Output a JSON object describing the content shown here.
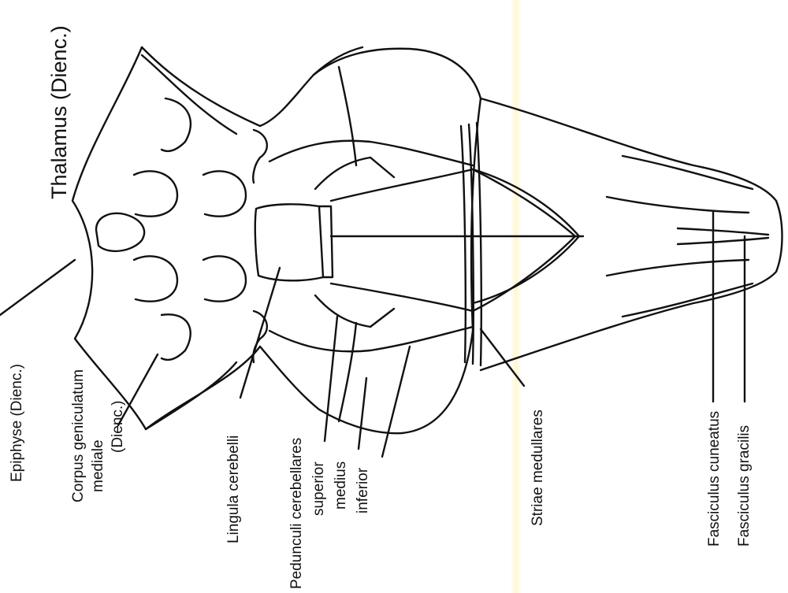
{
  "figure": {
    "title": "Thalamus (Dienc.)",
    "labels": {
      "epiphyse": "Epiphyse (Dienc.)",
      "corpus_line1": "Corpus geniculatum",
      "corpus_line2": "mediale",
      "corpus_line3": "(Dienc.)",
      "lingula": "Lingula cerebelli",
      "pedunculi_line1": "Pedunculi cerebellares",
      "pedunculi_line2": "superior",
      "pedunculi_line3": "medius",
      "pedunculi_line4": "inferior",
      "striae": "Striae medullares",
      "fasciculus_cuneatus": "Fasciculus cuneatus",
      "fasciculus_gracilis": "Fasciculus gracilis"
    }
  }
}
